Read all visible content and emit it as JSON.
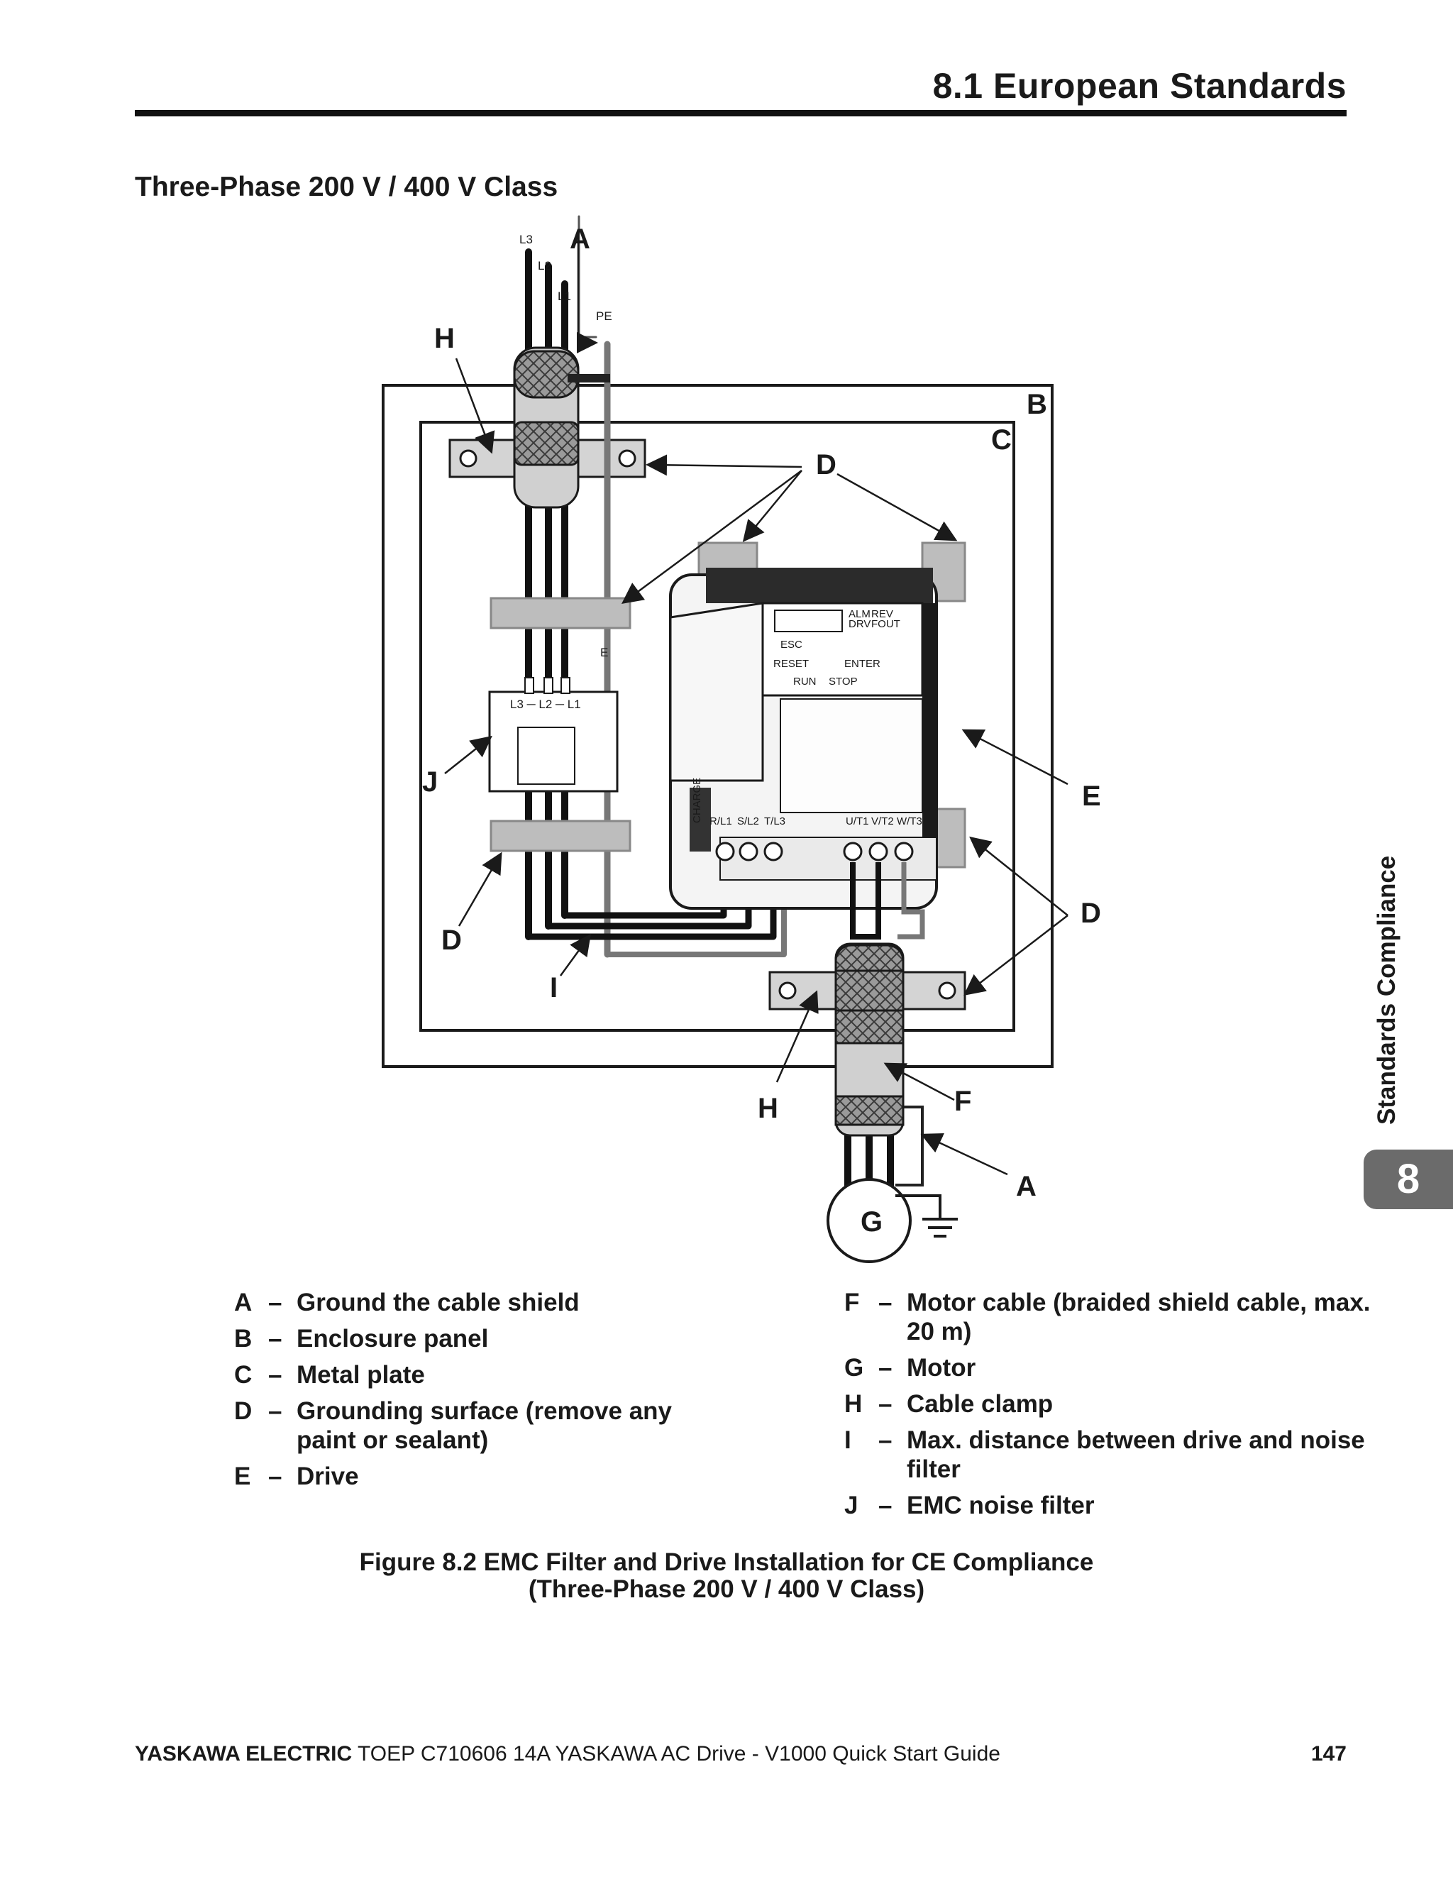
{
  "header": {
    "section_title": "8.1  European Standards"
  },
  "subheading": "Three-Phase 200 V / 400 V Class",
  "diagram": {
    "callouts": {
      "A_top": "A",
      "B": "B",
      "C": "C",
      "D_top": "D",
      "E": "E",
      "D_right": "D",
      "H_top": "H",
      "J": "J",
      "D_left": "D",
      "I": "I",
      "H_bottom": "H",
      "F": "F",
      "A_bottom": "A",
      "G": "G"
    },
    "line_labels": {
      "l3": "L3",
      "l2": "L2",
      "l1": "L1",
      "pe": "PE",
      "e": "E"
    },
    "filter_terminals": "L3 ─ L2 ─ L1",
    "input_terminals": [
      "R/L1",
      "S/L2",
      "T/L3"
    ],
    "output_terminals": [
      "U/T1",
      "V/T2",
      "W/T3"
    ],
    "keypad": {
      "leds": [
        "ALM",
        "REV",
        "DRV",
        "FOUT"
      ],
      "keys": [
        "ESC",
        "RESET",
        "ENTER",
        "RUN",
        "STOP"
      ],
      "charge": "CHARGE"
    }
  },
  "legend": {
    "left": [
      {
        "key": "A",
        "dash": "–",
        "text": "Ground the cable shield"
      },
      {
        "key": "B",
        "dash": "–",
        "text": "Enclosure panel"
      },
      {
        "key": "C",
        "dash": "–",
        "text": "Metal plate"
      },
      {
        "key": "D",
        "dash": "–",
        "text": "Grounding surface (remove any paint or sealant)"
      },
      {
        "key": "E",
        "dash": "–",
        "text": "Drive"
      }
    ],
    "right": [
      {
        "key": "F",
        "dash": "–",
        "text": "Motor cable (braided shield cable, max. 20 m)"
      },
      {
        "key": "G",
        "dash": "–",
        "text": "Motor"
      },
      {
        "key": "H",
        "dash": "–",
        "text": "Cable clamp"
      },
      {
        "key": "I",
        "dash": "–",
        "text": "Max. distance between drive and noise filter"
      },
      {
        "key": "J",
        "dash": "–",
        "text": "EMC noise filter"
      }
    ]
  },
  "caption": {
    "line1": "Figure 8.2  EMC Filter and Drive Installation for CE Compliance",
    "line2": "(Three-Phase 200 V / 400 V Class)"
  },
  "side_tab": {
    "text": "Standards Compliance",
    "chapter": "8"
  },
  "footer": {
    "brand": "YASKAWA ELECTRIC",
    "doc": " TOEP C710606 14A YASKAWA AC Drive - V1000 Quick Start Guide",
    "page": "147"
  }
}
